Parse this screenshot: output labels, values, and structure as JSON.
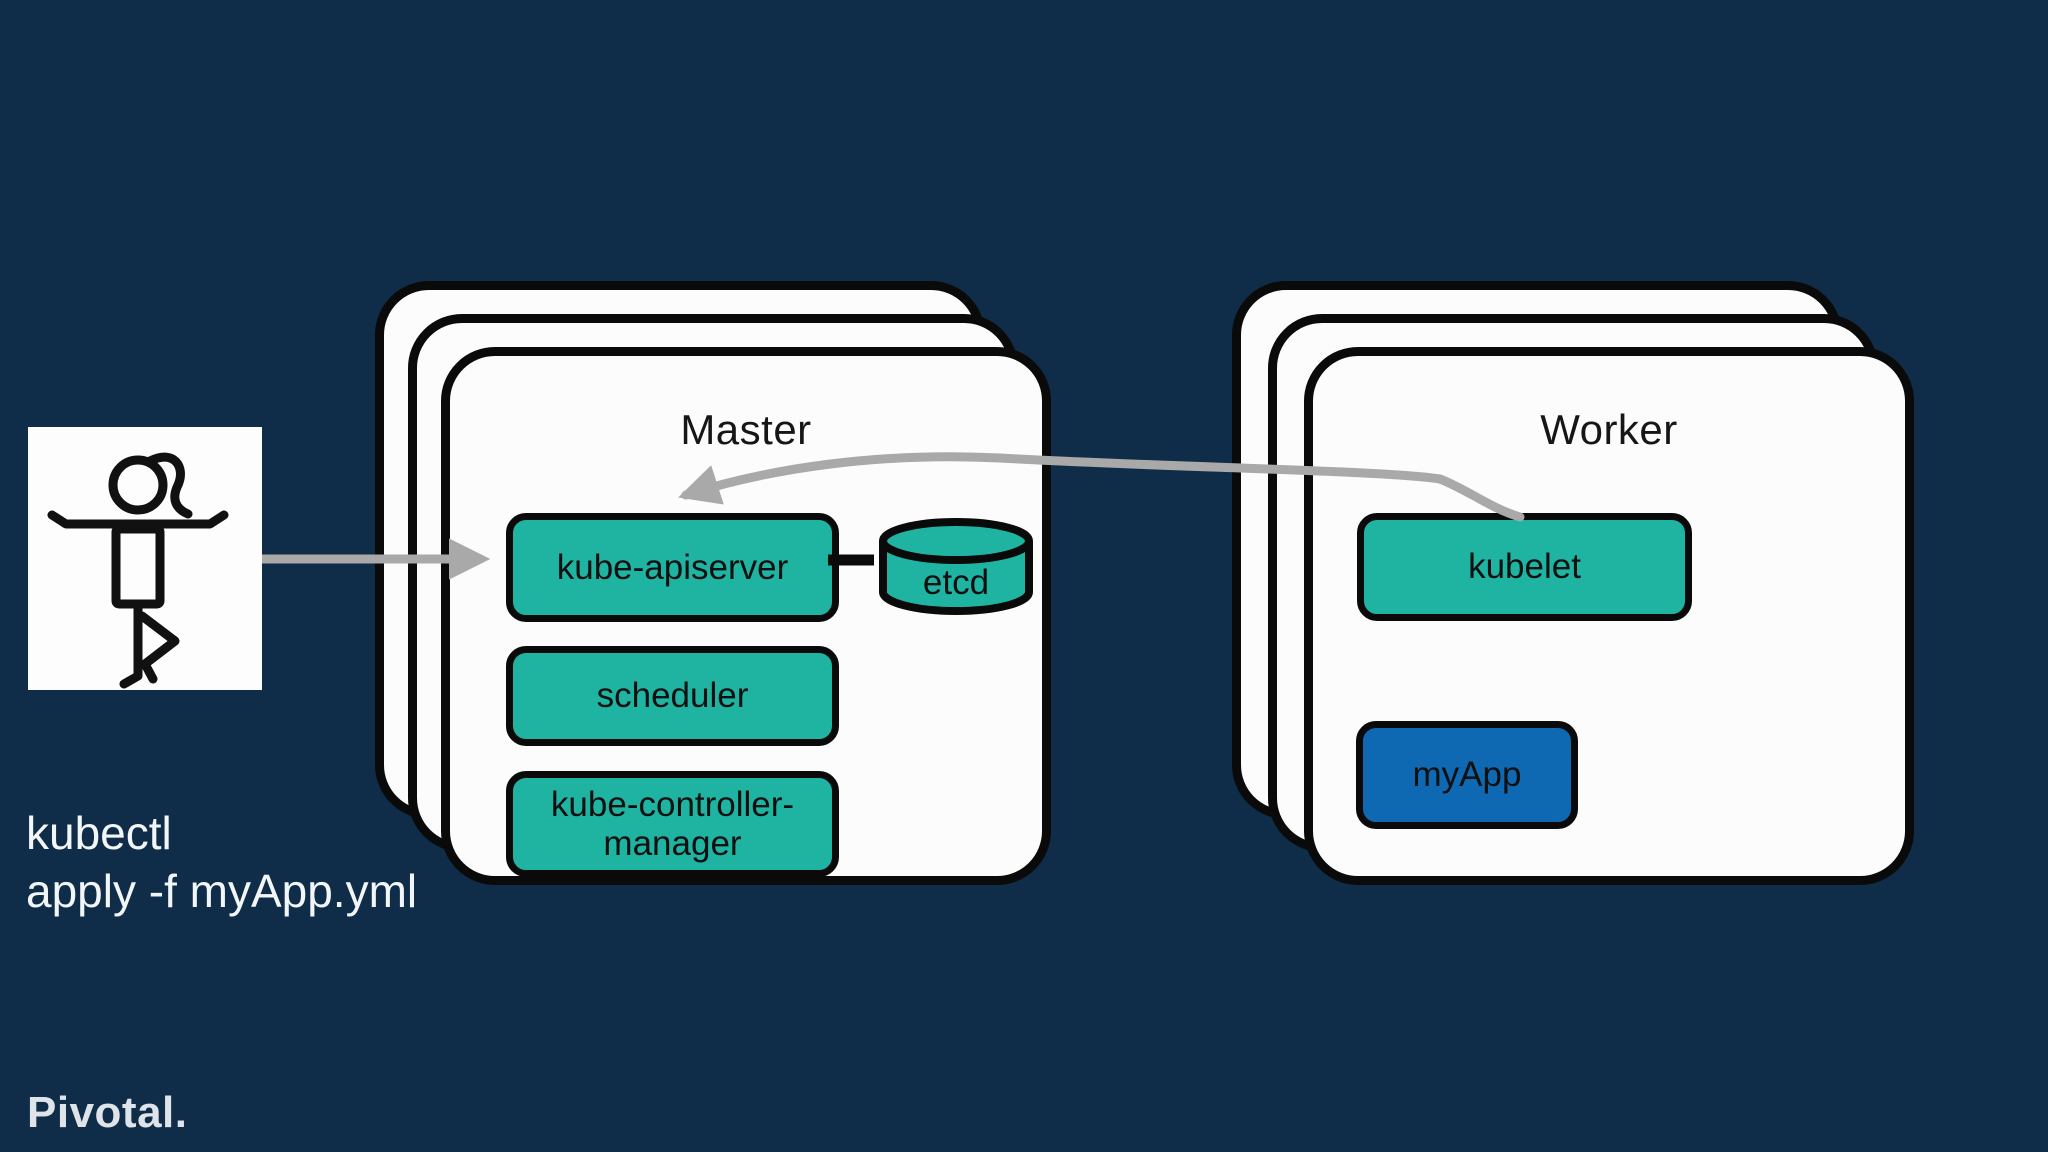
{
  "slide": {
    "command": {
      "line1": "kubectl",
      "line2": "apply -f myApp.yml"
    },
    "logo_text": "Pivotal.",
    "user_icon": "person-tree-pose-icon"
  },
  "master": {
    "title": "Master",
    "components": [
      {
        "id": "kube-apiserver",
        "label": "kube-apiserver",
        "color": "#1fb4a2"
      },
      {
        "id": "scheduler",
        "label": "scheduler",
        "color": "#1fb4a2"
      },
      {
        "id": "kube-controller-manager",
        "label": "kube-controller-\nmanager",
        "color": "#1fb4a2"
      }
    ],
    "datastore": {
      "id": "etcd",
      "label": "etcd",
      "color": "#1fb4a2"
    }
  },
  "worker": {
    "title": "Worker",
    "components": [
      {
        "id": "kubelet",
        "label": "kubelet",
        "color": "#1fb4a2"
      },
      {
        "id": "myApp",
        "label": "myApp",
        "color": "#0f69b2"
      }
    ]
  },
  "connections": [
    {
      "id": "kubectl-to-apiserver",
      "from": "kubectl-user",
      "to": "kube-apiserver",
      "style": "straight-gray-arrow"
    },
    {
      "id": "kubelet-to-apiserver",
      "from": "kubelet",
      "to": "kube-apiserver",
      "style": "curved-gray-arrow"
    },
    {
      "id": "apiserver-etcd-link",
      "from": "kube-apiserver",
      "to": "etcd",
      "style": "black-connector"
    }
  ],
  "colors": {
    "background": "#0f2d48",
    "card": "#fcfcfc",
    "outline": "#0a0a0a",
    "teal": "#1fb4a2",
    "blue": "#0f69b2",
    "arrow_gray": "#a9a9a9",
    "text_dark": "#101010",
    "text_light": "#f3f6f8"
  }
}
